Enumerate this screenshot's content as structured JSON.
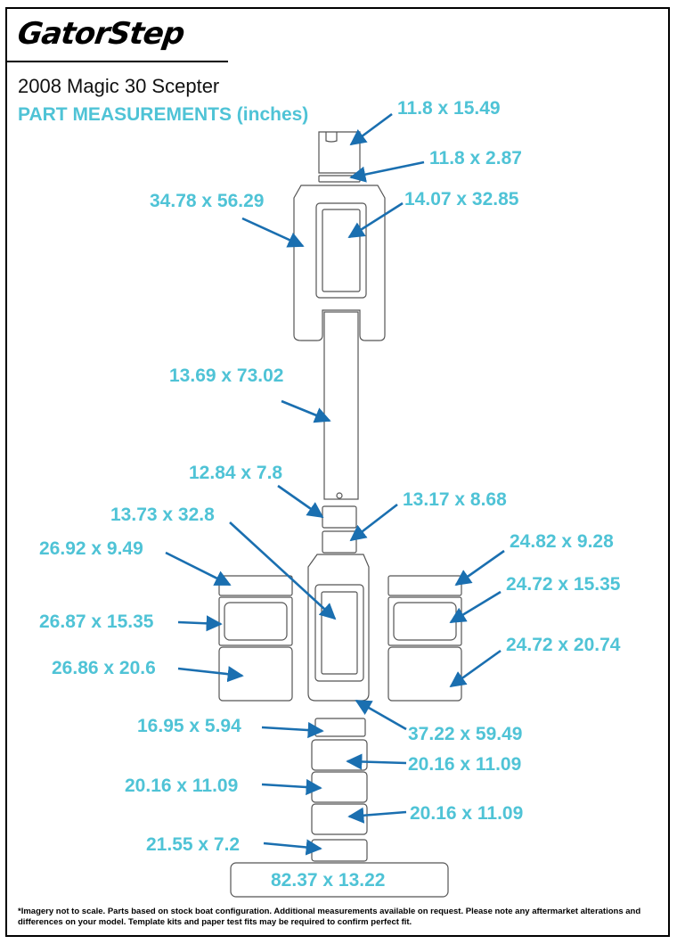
{
  "brand": {
    "logo_text": "GatorStep"
  },
  "header": {
    "model": "2008 Magic 30 Scepter",
    "subtitle": "PART MEASUREMENTS (inches)"
  },
  "labels": [
    "11.8 x 15.49",
    "11.8 x 2.87",
    "34.78 x 56.29",
    "14.07 x 32.85",
    "13.69 x 73.02",
    "12.84 x 7.8",
    "13.17 x 8.68",
    "13.73 x 32.8",
    "26.92 x 9.49",
    "24.82 x 9.28",
    "24.72 x 15.35",
    "26.87 x 15.35",
    "24.72 x 20.74",
    "26.86 x 20.6",
    "16.95 x 5.94",
    "37.22 x 59.49",
    "20.16 x 11.09",
    "20.16 x 11.09",
    "20.16 x 11.09",
    "21.55 x 7.2",
    "82.37 x 13.22"
  ],
  "footnote": "*Imagery not to scale. Parts based on stock boat configuration. Additional measurements available on request. Please note any aftermarket alterations and differences on your model. Template kits and paper test fits may be required to confirm perfect fit.",
  "colors": {
    "label": "#4fc3d6",
    "arrow": "#1a6fb0",
    "outline": "#555555"
  }
}
